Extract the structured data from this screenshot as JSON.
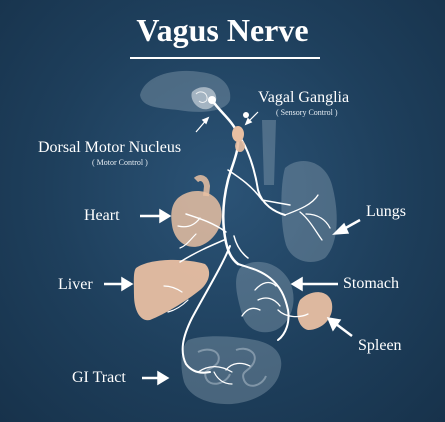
{
  "title": "Vagus Nerve",
  "labels": {
    "vagal_ganglia": "Vagal Ganglia",
    "vagal_ganglia_sub": "( Sensory Control )",
    "dorsal_motor_nucleus": "Dorsal Motor Nucleus",
    "dorsal_motor_nucleus_sub": "( Motor Control )",
    "heart": "Heart",
    "lungs": "Lungs",
    "liver": "Liver",
    "stomach": "Stomach",
    "spleen": "Spleen",
    "gi_tract": "GI Tract"
  },
  "colors": {
    "background": "#1e3f5c",
    "nerve": "#ffffff",
    "organ_highlight": "#e8bfa2",
    "organ_faded": "#8fa3b3",
    "text": "#ffffff"
  }
}
